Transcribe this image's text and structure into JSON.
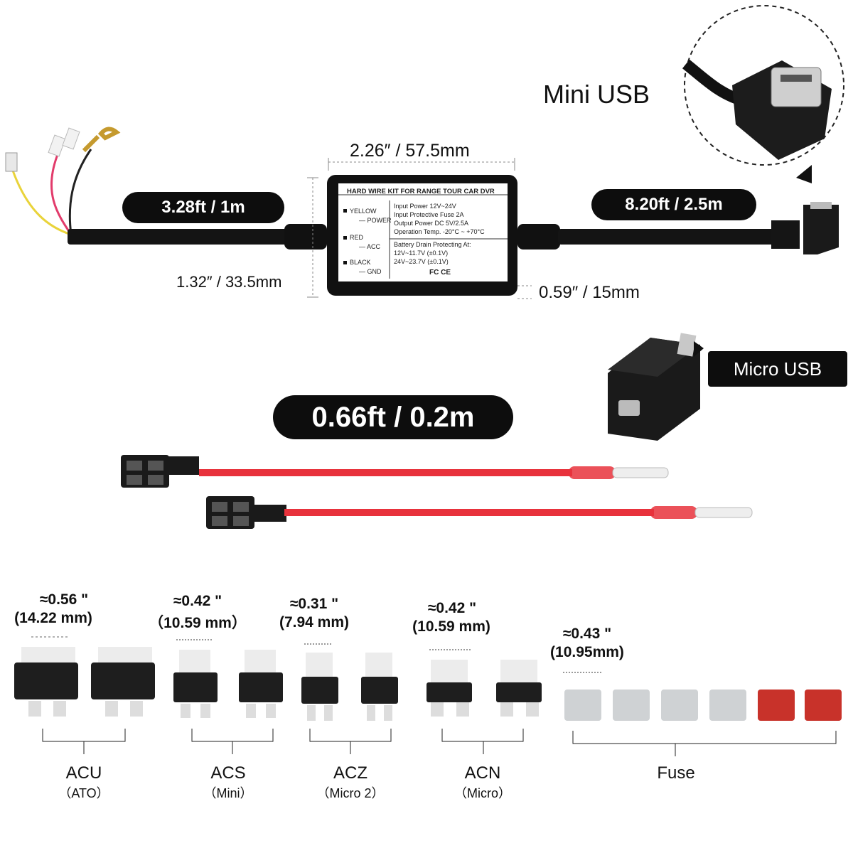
{
  "top": {
    "mini_usb_label": "Mini  USB",
    "micro_usb_label": "Micro  USB",
    "length_left": "3.28ft / 1m",
    "length_right": "8.20ft / 2.5m",
    "width_dim": "2.26″ / 57.5mm",
    "height_dim": "1.32″ / 33.5mm",
    "depth_dim": "0.59″ / 15mm",
    "adapter_length": "0.66ft / 0.2m"
  },
  "box_label": {
    "title": "HARD WIRE KIT FOR RANGE TOUR CAR DVR",
    "wire_yellow": "YELLOW",
    "wire_yellow_fn": "— POWER",
    "wire_red": "RED",
    "wire_red_fn": "— ACC",
    "wire_black": "BLACK",
    "wire_black_fn": "— GND",
    "spec1": "Input Power 12V~24V",
    "spec2": "Input Protective Fuse  2A",
    "spec3": "Output Power DC   5V/2.5A",
    "spec4": "Operation Temp.  -20°C ~ +70°C",
    "drain_title": "Battery Drain Protecting At:",
    "drain1": "12V~11.7V (±0.1V)",
    "drain2": "24V~23.7V (±0.1V)",
    "cert_marks": "FC CE"
  },
  "fuse_types": [
    {
      "name": "ACU",
      "sub": "（ATO）",
      "size_in": "≈0.56 \"",
      "size_mm": "(14.22 mm)"
    },
    {
      "name": "ACS",
      "sub": "（Mini）",
      "size_in": "≈0.42 \"",
      "size_mm": "（10.59 mm）"
    },
    {
      "name": "ACZ",
      "sub": "（Micro 2）",
      "size_in": "≈0.31 \"",
      "size_mm": "(7.94 mm)"
    },
    {
      "name": "ACN",
      "sub": "（Micro）",
      "size_in": "≈0.42 \"",
      "size_mm": "(10.59 mm)"
    },
    {
      "name": "Fuse",
      "sub": "",
      "size_in": "≈0.43 \"",
      "size_mm": "(10.95mm)"
    }
  ],
  "colors": {
    "pill": "#0d0d0d",
    "wire_red": "#e8323c",
    "fuse_grey": "#cfd2d4",
    "fuse_red": "#c8322a"
  }
}
